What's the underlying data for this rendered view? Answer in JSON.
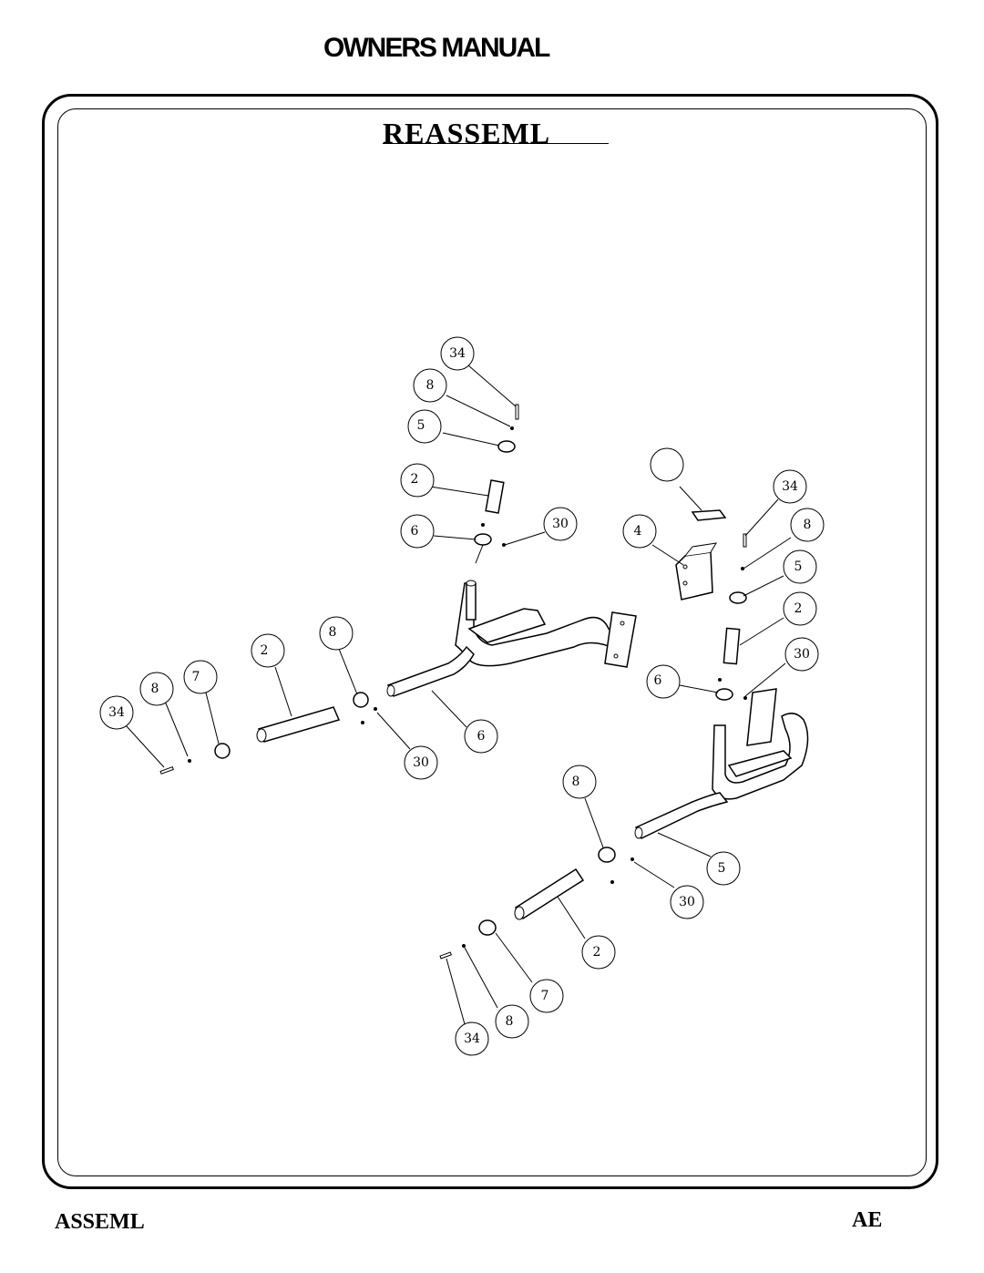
{
  "header": {
    "title": "OWNERS MANUAL"
  },
  "page": {
    "heading": "REASSEML"
  },
  "footer": {
    "section": "ASSEML",
    "page_code": "AE"
  },
  "callouts": [
    {
      "label": "34"
    },
    {
      "label": "8"
    },
    {
      "label": "5"
    },
    {
      "label": "2"
    },
    {
      "label": "6"
    },
    {
      "label": "30"
    },
    {
      "label": ""
    },
    {
      "label": "4"
    },
    {
      "label": "34"
    },
    {
      "label": "8"
    },
    {
      "label": "5"
    },
    {
      "label": "2"
    },
    {
      "label": "30"
    },
    {
      "label": "6"
    },
    {
      "label": "8"
    },
    {
      "label": "2"
    },
    {
      "label": "7"
    },
    {
      "label": "8"
    },
    {
      "label": "34"
    },
    {
      "label": "6"
    },
    {
      "label": "30"
    },
    {
      "label": "8"
    },
    {
      "label": "5"
    },
    {
      "label": "30"
    },
    {
      "label": "2"
    },
    {
      "label": "7"
    },
    {
      "label": "8"
    },
    {
      "label": "34"
    }
  ]
}
